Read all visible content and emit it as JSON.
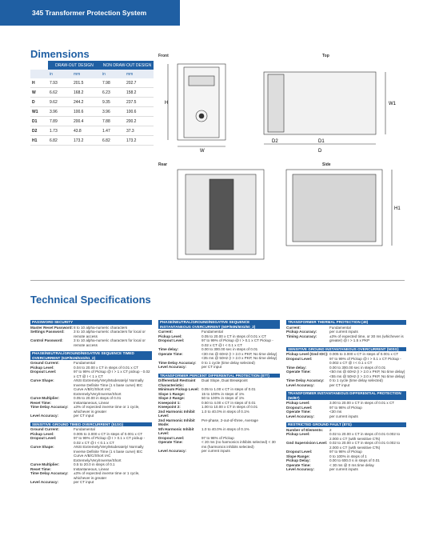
{
  "header": {
    "title": "345 Transformer Protection System"
  },
  "dimensions": {
    "title": "Dimensions",
    "columns": [
      "DRAW-OUT DESIGN",
      "NON DRAW-OUT DESIGN"
    ],
    "units": [
      "in",
      "mm",
      "in",
      "mm"
    ],
    "rows": [
      [
        "H",
        "7.93",
        "201.5",
        "7.98",
        "202.7"
      ],
      [
        "W",
        "6.62",
        "168.2",
        "6.23",
        "158.2"
      ],
      [
        "D",
        "9.62",
        "244.2",
        "9.35",
        "237.5"
      ],
      [
        "W1",
        "3.96",
        "100.6",
        "3.96",
        "100.6"
      ],
      [
        "D1",
        "7.89",
        "200.4",
        "7.88",
        "200.2"
      ],
      [
        "D2",
        "1.73",
        "43.8",
        "1.47",
        "37.3"
      ],
      [
        "H1",
        "6.82",
        "173.2",
        "6.82",
        "173.2"
      ]
    ],
    "views": {
      "front": "Front",
      "top": "Top",
      "rear": "Rear",
      "side": "Side"
    },
    "marks": {
      "h": "H",
      "w": "W",
      "w1": "W1",
      "d2": "D2",
      "d1": "D1",
      "d": "D",
      "h1": "H1"
    }
  },
  "tech": {
    "title": "Technical Specifications",
    "col1": [
      {
        "head": "PASSWORD SECURITY",
        "rows": [
          [
            "Master Reset Password:",
            "8 to 10 alpha-numeric characters"
          ],
          [
            "Settings Password:",
            "3 to 10 alpha-numeric characters for local or remote access"
          ],
          [
            "Control Password:",
            "3 to 10 alpha-numeric characters for local or remote access"
          ]
        ]
      },
      {
        "head": "PHASE/NEUTRAL/GROUND/NEGATIVE SEQUENCE TIMED OVERCURRENT (51P/51N/51G/51_2)",
        "rows": [
          [
            "Ground Current:",
            "Fundamental"
          ],
          [
            "Pickup Level:",
            "0.04 to 20.00 x CT in steps of 0.01 x CT"
          ],
          [
            "Dropout Level:",
            "97 to 99% of Pickup @ I > 1 x CT pickup - 0.02 x CT @ I < 1 x CT"
          ],
          [
            "Curve Shape:",
            "ANSI Extremely/Very/Moderately/ Normally Inverse Definite Time (1 s base curve) IEC Curve A/B/C/Short IAC Extremely/Very/Inverse/Short"
          ],
          [
            "Curve Multiplier:",
            "0.05 to 20.00 in steps of 0.01"
          ],
          [
            "Reset Time:",
            "Instantaneous, Linear"
          ],
          [
            "Time Delay Accuracy:",
            "±3% of expected inverse time or 1 cycle, whichever is greater"
          ],
          [
            "Level Accuracy:",
            "per CT input"
          ]
        ]
      },
      {
        "head": "SENSITIVE GROUND TIMED OVERCURRENT (51SG)",
        "rows": [
          [
            "Ground Current:",
            "Fundamental"
          ],
          [
            "Pickup Level:",
            "0.005 to 3.000 x CT in steps of 0.001 x CT"
          ],
          [
            "Dropout Level:",
            "97 to 99% of Pickup @ I > 0.1 x CT pickup - 0.02 x CT @ I < 0.1 x CT"
          ],
          [
            "Curve Shape:",
            "ANSI Extremely/Very/Moderately/ Normally Inverse Definite Time (1 s base curve) IEC Curve A/B/C/Short IAC Extremely/Very/Inverse/Short"
          ],
          [
            "Curve Multiplier:",
            "0.5 to 20.0 in steps of 0.1"
          ],
          [
            "Reset Time:",
            "Instantaneous, Linear"
          ],
          [
            "Time Delay Accuracy:",
            "±3% of expected inverse time or 1 cycle, whichever is greater"
          ],
          [
            "Level Accuracy:",
            "per CT input"
          ]
        ]
      }
    ],
    "col2": [
      {
        "head": "PHASE/NEUTRAL/GROUND/NEGATIVE SEQUENCE INSTANTANEOUS OVERCURRENT (50P/50N/50G/50_2)",
        "rows": [
          [
            "Current:",
            "Fundamental"
          ],
          [
            "Pickup Level:",
            "0.05 to 20.00 x CT in steps of 0.01 x CT"
          ],
          [
            "Dropout Level:",
            "97 to 99% of Pickup @ I > 0.1 x CT Pickup - 0.02 x CT @ I < 0.1 x CT"
          ],
          [
            "Time delay:",
            "0.00 to 300.00 sec in steps of 0.01"
          ],
          [
            "Operate Time:",
            "<30 ms @ 60Hz (I > 2.0 x PKP, No time delay) <35 ms @ 50Hz (I > 2.0 x PKP, No time delay)"
          ],
          [
            "Time Delay Accuracy:",
            "0 to 1 cycle (time delay selected)"
          ],
          [
            "Level Accuracy:",
            "per CT input"
          ]
        ]
      },
      {
        "head": "TRANSFORMER PERCENT DIFFERENTIAL PROTECTION (87T)",
        "rows": [
          [
            "Differential/ Restraint Characteristic:",
            "Dual Slope, Dual Breakpoint"
          ],
          [
            "Minimum Pickup Level:",
            "0.05 to 1.00 x CT in steps of 0.01"
          ],
          [
            "Slope 1 Range:",
            "15 to 100% in steps of 1%"
          ],
          [
            "Slope 2 Range:",
            "50 to 100% in steps of 1%"
          ],
          [
            "Kneepoint 1:",
            "0.50 to 4.00 x CT in steps of 0.01"
          ],
          [
            "Kneepoint 2:",
            "1.00 to 10.00 x CT in steps of 0.01"
          ],
          [
            "2nd Harmonic Inhibit Level:",
            "1.0 to 40.0% in steps of 0.1%"
          ],
          [
            "2nd Harmonic Inhibit Mode:",
            "Per-phase, 2-out-of-three, Average"
          ],
          [
            "5th Harmonic Inhibit Level:",
            "1.0 to 40.0% in steps of 0.1%"
          ],
          [
            "Dropout Level:",
            "97 to 98% of Pickup"
          ],
          [
            "Operate Time:",
            "< 20 ms (no harmonics inhibits selected) < 30 ms (harmonics inhibits selected)"
          ],
          [
            "Level Accuracy:",
            "per current inputs"
          ]
        ]
      }
    ],
    "col3": [
      {
        "head": "TRANSFORMER THERMAL PROTECTION (49)",
        "rows": [
          [
            "Current:",
            "Fundamental"
          ],
          [
            "Pickup Accuracy:",
            "per current inputs"
          ],
          [
            "Timing Accuracy:",
            "±3% of expected time, or 30 ms (whichever is greater) @ I > 1.5 x PKP"
          ]
        ]
      },
      {
        "head": "SENSITIVE GROUND INSTANTANEOUS OVERCURRENT (50SG)",
        "rows": [
          [
            "Pickup Level (Gnd IOC):",
            "0.005 to 3.000 x CT in steps of 0.001 x CT"
          ],
          [
            "Dropout Level:",
            "97 to 99% of Pickup @ I > 0.1 x CT Pickup - 0.002 x CT @ I < 0.1 x CT"
          ],
          [
            "Time delay:",
            "0.00 to 300.00 sec in steps of 0.01"
          ],
          [
            "Operate Time:",
            "<50 ms @ 60Hz (I > 2.0 x PKP, No time delay) <55 ms @ 50Hz (I > 2.0 x PKP, No time delay)"
          ],
          [
            "Time Delay Accuracy:",
            "0 to 1 cycle (time delay selected)"
          ],
          [
            "Level Accuracy:",
            "per CT input"
          ]
        ]
      },
      {
        "head": "TRANSFORMER INSTANTANEOUS DIFFERENTIAL PROTECTION (50/87)",
        "rows": [
          [
            "Pickup Level:",
            "3.00 to 20.00 x CT in steps of 0.01 x CT"
          ],
          [
            "Dropout Level:",
            "97 to 98% of Pickup"
          ],
          [
            "Operate Time:",
            "<30 ms"
          ],
          [
            "Level Accuracy:",
            "per current inputs"
          ]
        ]
      },
      {
        "head": "RESTRICTED GROUND FAULT (87G)",
        "rows": [
          [
            "Number of Elements:",
            "2"
          ],
          [
            "Pickup Level:",
            "0.02 to 20.00 x CT in steps of 0.01 0.002 to 2.000 x CT (with sensitive CTs)"
          ],
          [
            "Gnd Supervision Level:",
            "0.02 to 20.00 x CT in steps of 0.01 0.002 to 2.000 x CT (with sensitive CTs)"
          ],
          [
            "Dropout Level:",
            "97 to 98% of Pickup"
          ],
          [
            "Slope Range:",
            "0 to 100% in steps of 1"
          ],
          [
            "Pickup Delay:",
            "0.00 to 600.0 s in steps of 0.01"
          ],
          [
            "Operate Time:",
            "< 30 ms @ 0 ms time delay"
          ],
          [
            "Level Accuracy:",
            "per current inputs"
          ]
        ]
      }
    ]
  }
}
